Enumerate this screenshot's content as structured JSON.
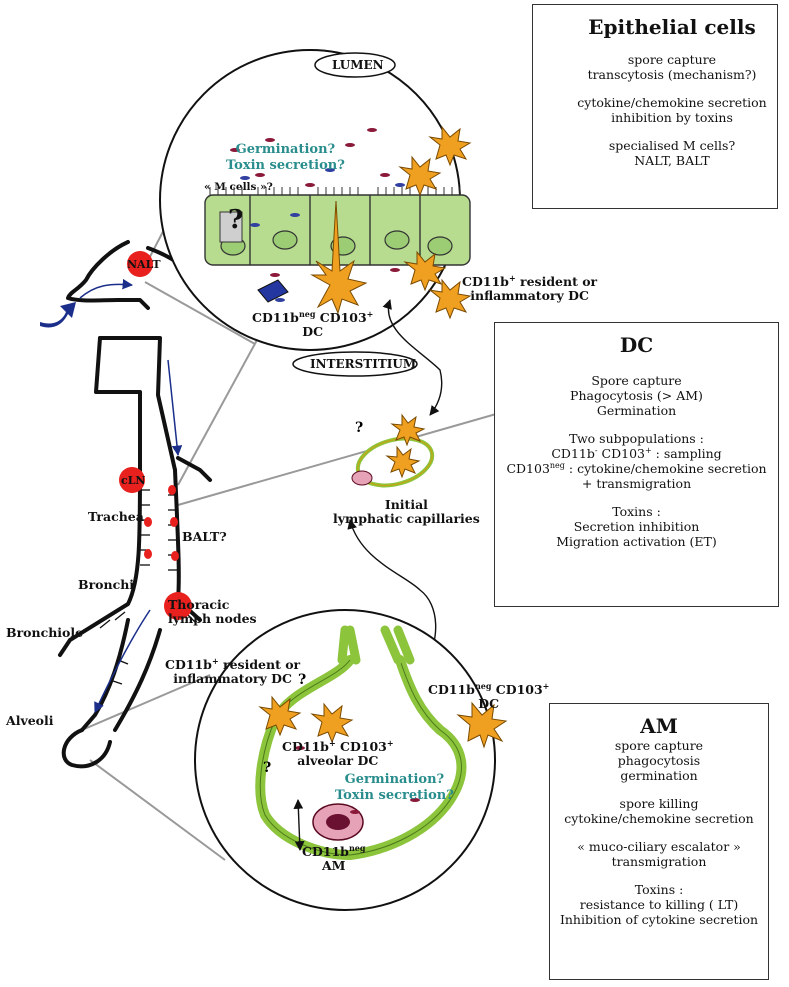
{
  "colors": {
    "epithelium": "#b7dc8f",
    "dc": "#f0a020",
    "am": "#e6a3b8",
    "vessel": "#8cc43c",
    "node": "#e8201e",
    "arrow": "#1a2e8a",
    "teal": "#2a8d8d"
  },
  "circle_top": {
    "lumen": "LUMEN",
    "interstitium": "INTERSTITIUM",
    "question1": "Germination?",
    "question2": "Toxin secretion?",
    "m_cells": "« M cells »?",
    "dc1_a": "CD11b",
    "dc1_sup1": "neg",
    "dc1_b": " CD103",
    "dc1_sup2": "+",
    "dc1_c": "DC",
    "dc2_a": "CD11b",
    "dc2_sup": "+",
    "dc2_b": " resident or",
    "dc2_c": "inflammatory DC"
  },
  "respiratory": {
    "nalt": "NALT",
    "cln": "cLN",
    "trachea": "Trachea",
    "balt": "BALT?",
    "bronchi": "Bronchi",
    "thoracic_a": "Thoracic",
    "thoracic_b": "lymph nodes",
    "bronchiole": "Bronchiole",
    "alveoli": "Alveoli"
  },
  "lymphatic": {
    "line1": "Initial",
    "line2": "lymphatic capillaries"
  },
  "circle_bottom": {
    "dc_res_a": "CD11b",
    "dc_res_sup": "+",
    "dc_res_b": " resident or",
    "dc_res_c": "inflammatory DC",
    "alv_a": "CD11b",
    "alv_sup1": "+",
    "alv_b": " CD103",
    "alv_sup2": "+",
    "alv_c": "alveolar DC",
    "question1": "Germination?",
    "question2": "Toxin secretion?",
    "am_a": "CD11b",
    "am_sup": "neg",
    "am_b": "AM",
    "dcr_a": "CD11b",
    "dcr_sup1": "neg",
    "dcr_b": " CD103",
    "dcr_sup2": "+",
    "dcr_c": "DC"
  },
  "box_epithelial": {
    "title": "Epithelial cells",
    "l1": "spore capture",
    "l2": "transcytosis (mechanism?)",
    "l3": "cytokine/chemokine secretion",
    "l4": "inhibition by toxins",
    "l5": "specialised M cells?",
    "l6": "NALT, BALT"
  },
  "box_dc": {
    "title": "DC",
    "l1": "Spore capture",
    "l2": "Phagocytosis (> AM)",
    "l3": "Germination",
    "l4": "Two subpopulations :",
    "l5a": "CD11b",
    "l5s1": "-",
    "l5b": " CD103",
    "l5s2": "+",
    "l5c": " : sampling",
    "l6a": "CD103",
    "l6s": "neg",
    "l6b": " : cytokine/chemokine secretion",
    "l7": "+ transmigration",
    "l8": "Toxins :",
    "l9": "Secretion inhibition",
    "l10": "Migration activation (ET)"
  },
  "box_am": {
    "title": "AM",
    "l1": "spore capture",
    "l2": "phagocytosis",
    "l3": "germination",
    "l4": "spore killing",
    "l5": "cytokine/chemokine secretion",
    "l6": "« muco-ciliary escalator »",
    "l7": "transmigration",
    "l8": "Toxins :",
    "l9": "resistance to killing ( LT)",
    "l10": "Inhibition of cytokine secretion"
  }
}
